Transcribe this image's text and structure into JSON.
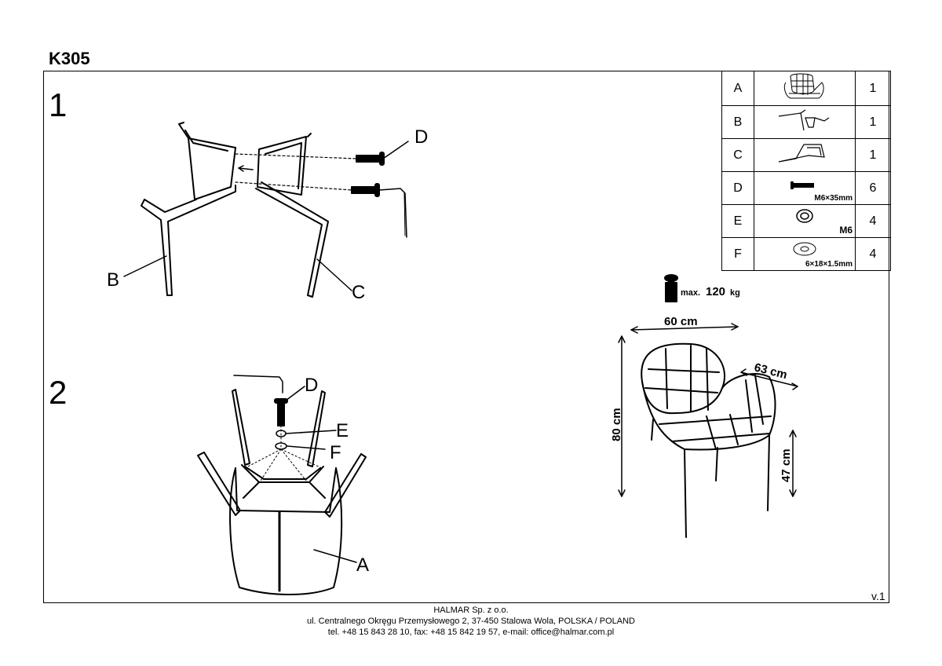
{
  "title": "K305",
  "steps": [
    "1",
    "2"
  ],
  "callouts": {
    "a": "A",
    "b": "B",
    "c": "C",
    "d1": "D",
    "d2": "D",
    "e": "E",
    "f": "F"
  },
  "parts": [
    {
      "code": "A",
      "icon": "chair-seat-icon",
      "spec": "",
      "qty": "1"
    },
    {
      "code": "B",
      "icon": "leg-frame-b-icon",
      "spec": "",
      "qty": "1"
    },
    {
      "code": "C",
      "icon": "leg-frame-c-icon",
      "spec": "",
      "qty": "1"
    },
    {
      "code": "D",
      "icon": "bolt-icon",
      "spec": "M6×35mm",
      "qty": "6"
    },
    {
      "code": "E",
      "icon": "spring-washer-icon",
      "spec": "M6",
      "qty": "4"
    },
    {
      "code": "F",
      "icon": "flat-washer-icon",
      "spec": "6×18×1.5mm",
      "qty": "4"
    }
  ],
  "load": {
    "prefix": "max.",
    "value": "120",
    "unit": "kg"
  },
  "dimensions": {
    "width": "60 cm",
    "depth": "63 cm",
    "height": "80 cm",
    "seat_height": "47 cm"
  },
  "version": "v.1",
  "footer": {
    "company": "HALMAR Sp. z o.o.",
    "address": "ul. Centralnego Okręgu Przemysłowego 2, 37-450 Stalowa Wola, POLSKA / POLAND",
    "contact": "tel. +48 15 843 28 10, fax: +48 15 842 19 57, e-mail: office@halmar.com.pl"
  }
}
